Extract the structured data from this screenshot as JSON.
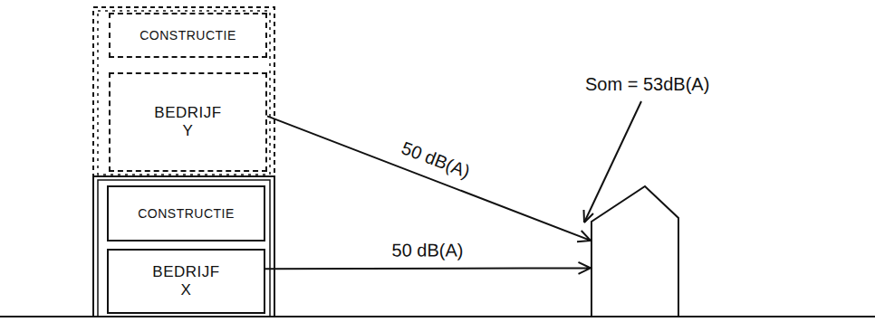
{
  "diagram": {
    "nodes": [
      {
        "text": [
          "CONSTRUCTIE"
        ]
      },
      {
        "text": [
          "BEDRIJF Y"
        ]
      },
      {
        "text": [
          "CONSTRUCTIE"
        ]
      },
      {
        "text": [
          "BEDRIJF X"
        ]
      },
      {
        "text": [
          "Som = 53dB(A)"
        ]
      }
    ],
    "edges": [
      {
        "from": 1,
        "to": 4,
        "arrow": "to",
        "label": "50 dB(A)"
      },
      {
        "from": 3,
        "to": 4,
        "arrow": "to",
        "label": "50 dB(A)"
      }
    ]
  }
}
